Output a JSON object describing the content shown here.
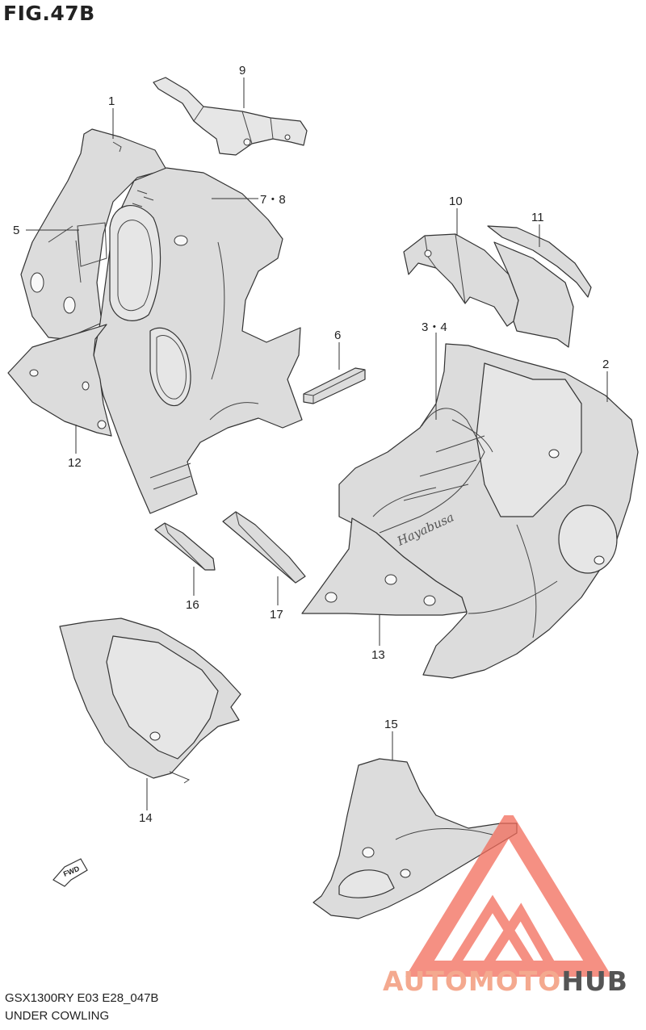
{
  "figure": {
    "title": "FIG.47B",
    "model_code": "GSX1300RY E03 E28_047B",
    "section_name": "UNDER COWLING"
  },
  "callouts": [
    {
      "id": "c1",
      "label": "1"
    },
    {
      "id": "c2",
      "label": "2"
    },
    {
      "id": "c34",
      "label": "3・4"
    },
    {
      "id": "c5",
      "label": "5"
    },
    {
      "id": "c6",
      "label": "6"
    },
    {
      "id": "c78",
      "label": "7・8"
    },
    {
      "id": "c9",
      "label": "9"
    },
    {
      "id": "c10",
      "label": "10"
    },
    {
      "id": "c11",
      "label": "11"
    },
    {
      "id": "c12",
      "label": "12"
    },
    {
      "id": "c13",
      "label": "13"
    },
    {
      "id": "c14",
      "label": "14"
    },
    {
      "id": "c15",
      "label": "15"
    },
    {
      "id": "c16",
      "label": "16"
    },
    {
      "id": "c17",
      "label": "17"
    }
  ],
  "fwd_arrow": {
    "label": "FWD"
  },
  "decal": {
    "brand": "Hayabusa"
  },
  "watermark": {
    "part1": "AUTOMOTO",
    "part2": "HUB",
    "color1": "#f4a98f",
    "color2": "#555555",
    "logo_color": "#f26b5a"
  }
}
